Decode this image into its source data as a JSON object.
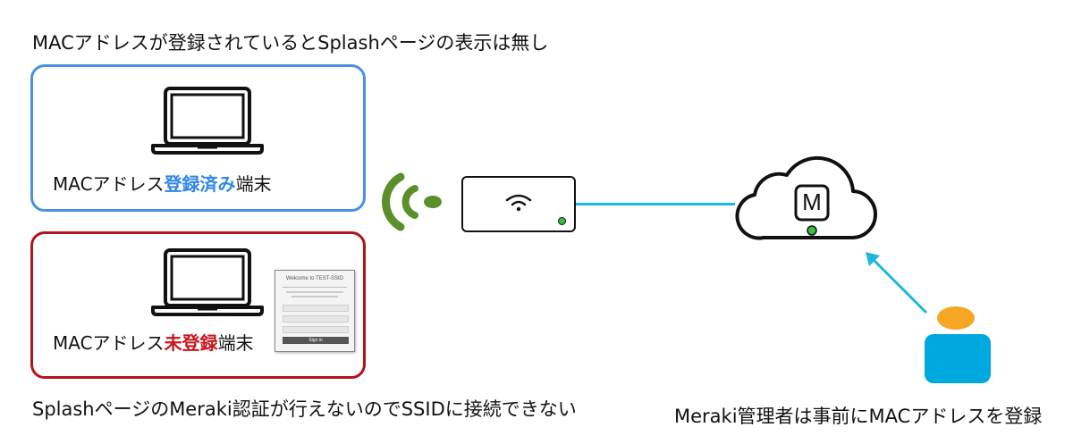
{
  "top_caption": "MACアドレスが登録されているとSplashページの表示は無し",
  "registered_terminal": {
    "prefix": "MACアドレス",
    "status": "登録済み",
    "suffix": "端末",
    "status_color": "#2f86e8",
    "border_color": "#4a90e2"
  },
  "unregistered_terminal": {
    "prefix": "MACアドレス",
    "status": "未登録",
    "suffix": "端末",
    "status_color": "#c8141c",
    "border_color": "#b0141c"
  },
  "splash_page": {
    "title": "Welcome to TEST-SSID",
    "button_label": "Sign in"
  },
  "bottom_left_caption": "SplashページのMeraki認証が行えないのでSSIDに接続できない",
  "bottom_right_caption": "Meraki管理者は事前にMACアドレスを登録",
  "cloud_logo_letter": "M",
  "colors": {
    "wifi_green": "#5b8f2a",
    "link_cyan": "#1fb6e0",
    "status_led": "#34c03c",
    "admin_head": "#f5a623",
    "admin_body": "#00a8e0"
  }
}
